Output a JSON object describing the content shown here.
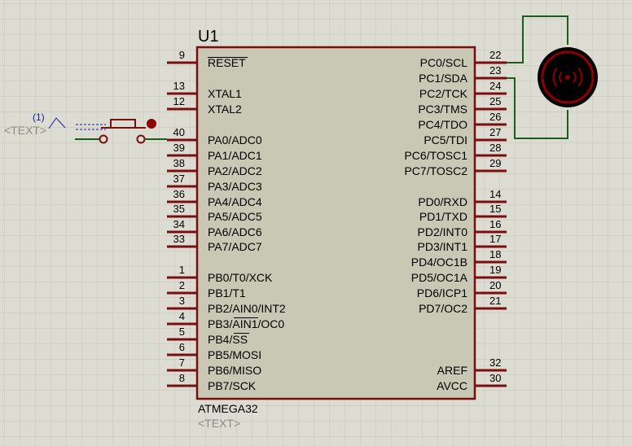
{
  "colors": {
    "background": "#dcdcd2",
    "grid": "#c4c4b8",
    "chip_body": "#c8c8b4",
    "chip_outline": "#7a0d0d",
    "pin": "#7a0d0d",
    "wire": "#1a5c1a",
    "text": "#000000",
    "label_blue": "#1a1aa8",
    "label_gray": "#8c8c8c",
    "motor_ring": "#8c0000"
  },
  "chip": {
    "ref": "U1",
    "part": "ATMEGA32",
    "text_placeholder": "<TEXT>",
    "left_pins": [
      {
        "num": "9",
        "name": "RESET"
      },
      {
        "num": "13",
        "name": "XTAL1"
      },
      {
        "num": "12",
        "name": "XTAL2"
      },
      {
        "num": "40",
        "name": "PA0/ADC0"
      },
      {
        "num": "39",
        "name": "PA1/ADC1"
      },
      {
        "num": "38",
        "name": "PA2/ADC2"
      },
      {
        "num": "37",
        "name": "PA3/ADC3"
      },
      {
        "num": "36",
        "name": "PA4/ADC4"
      },
      {
        "num": "35",
        "name": "PA5/ADC5"
      },
      {
        "num": "34",
        "name": "PA6/ADC6"
      },
      {
        "num": "33",
        "name": "PA7/ADC7"
      },
      {
        "num": "1",
        "name": "PB0/T0/XCK"
      },
      {
        "num": "2",
        "name": "PB1/T1"
      },
      {
        "num": "3",
        "name": "PB2/AIN0/INT2"
      },
      {
        "num": "4",
        "name": "PB3/AIN1/OC0"
      },
      {
        "num": "5",
        "name": "PB4/SS"
      },
      {
        "num": "6",
        "name": "PB5/MOSI"
      },
      {
        "num": "7",
        "name": "PB6/MISO"
      },
      {
        "num": "8",
        "name": "PB7/SCK"
      }
    ],
    "right_pins": [
      {
        "num": "22",
        "name": "PC0/SCL"
      },
      {
        "num": "23",
        "name": "PC1/SDA"
      },
      {
        "num": "24",
        "name": "PC2/TCK"
      },
      {
        "num": "25",
        "name": "PC3/TMS"
      },
      {
        "num": "26",
        "name": "PC4/TDO"
      },
      {
        "num": "27",
        "name": "PC5/TDI"
      },
      {
        "num": "28",
        "name": "PC6/TOSC1"
      },
      {
        "num": "29",
        "name": "PC7/TOSC2"
      },
      {
        "num": "14",
        "name": "PD0/RXD"
      },
      {
        "num": "15",
        "name": "PD1/TXD"
      },
      {
        "num": "16",
        "name": "PD2/INT0"
      },
      {
        "num": "17",
        "name": "PD3/INT1"
      },
      {
        "num": "18",
        "name": "PD4/OC1B"
      },
      {
        "num": "19",
        "name": "PD5/OC1A"
      },
      {
        "num": "20",
        "name": "PD6/ICP1"
      },
      {
        "num": "21",
        "name": "PD7/OC2"
      },
      {
        "num": "32",
        "name": "AREF"
      },
      {
        "num": "30",
        "name": "AVCC"
      }
    ]
  },
  "button": {
    "label": "(1)",
    "text_placeholder": "<TEXT>"
  }
}
